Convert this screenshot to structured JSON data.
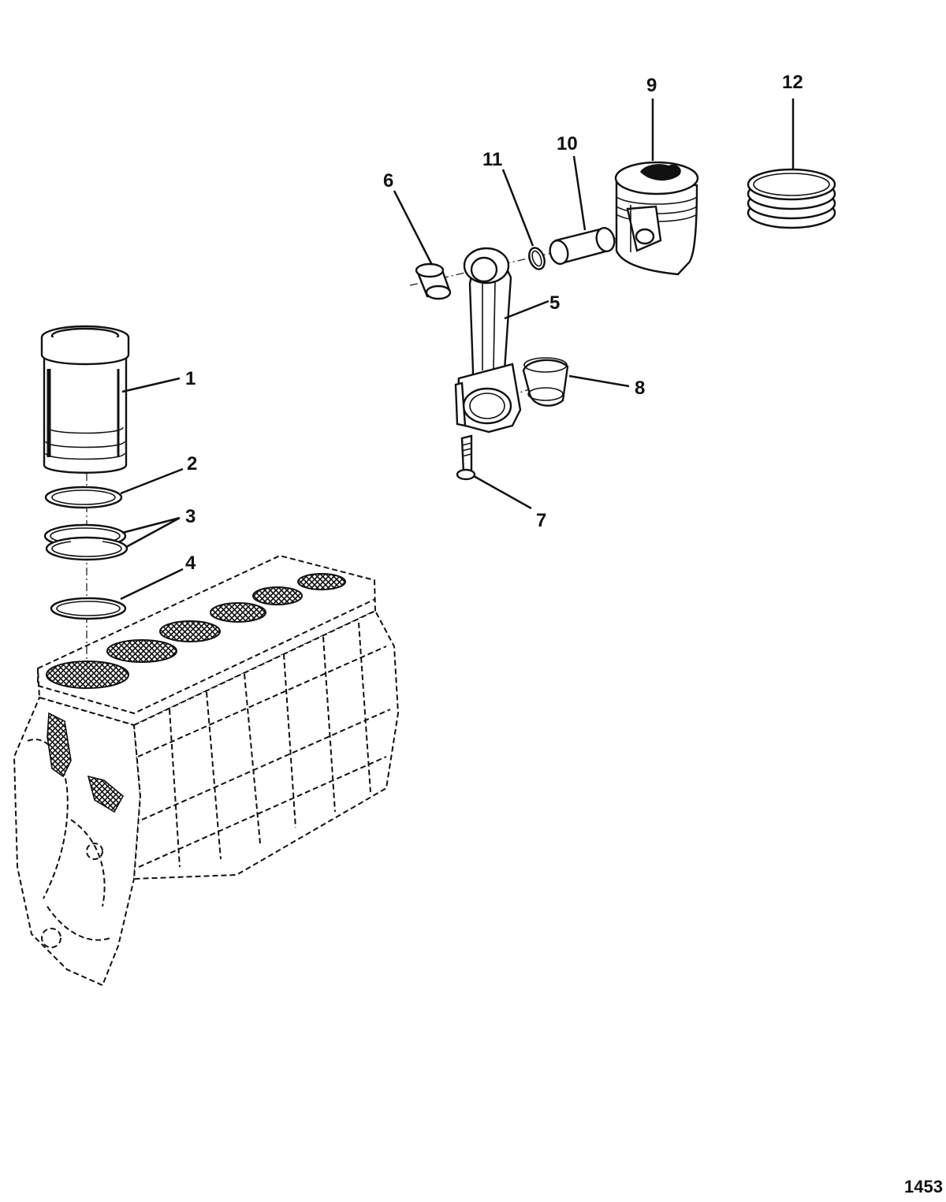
{
  "callouts": {
    "c1": "1",
    "c2": "2",
    "c3": "3",
    "c4": "4",
    "c5": "5",
    "c6": "6",
    "c7": "7",
    "c8": "8",
    "c9": "9",
    "c10": "10",
    "c11": "11",
    "c12": "12"
  },
  "figure_number": "1453"
}
